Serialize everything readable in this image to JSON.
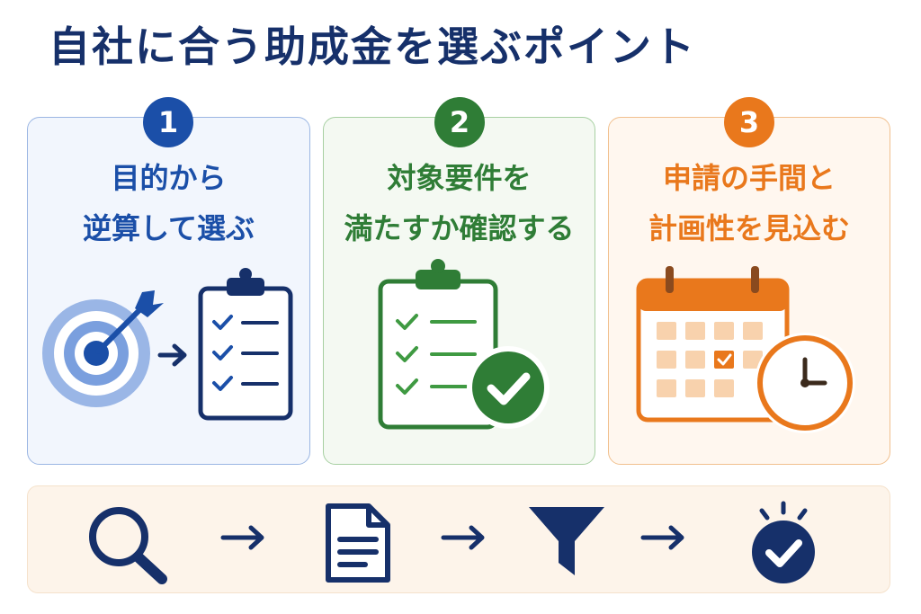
{
  "title": "自社に合う助成金を選ぶポイント",
  "points": [
    {
      "number": "1",
      "line1": "目的から",
      "line2": "逆算して選ぶ",
      "color": "#1b4fa8"
    },
    {
      "number": "2",
      "line1": "対象要件を",
      "line2": "満たすか確認する",
      "color": "#2f7d36"
    },
    {
      "number": "3",
      "line1": "申請の手間と",
      "line2": "計画性を見込む",
      "color": "#e9781c"
    }
  ],
  "icons": {
    "point1": [
      "target-icon",
      "arrow-right-icon",
      "checklist-clipboard-icon"
    ],
    "point2": [
      "checklist-clipboard-icon",
      "check-circle-icon"
    ],
    "point3": [
      "calendar-icon",
      "clock-icon"
    ],
    "flow": [
      "search-icon",
      "arrow-right-icon",
      "document-icon",
      "arrow-right-icon",
      "filter-funnel-icon",
      "arrow-right-icon",
      "check-badge-icon"
    ]
  },
  "colors": {
    "title": "#16306a",
    "flow_icon": "#16306a",
    "strip_background": "#fdf4ea"
  }
}
